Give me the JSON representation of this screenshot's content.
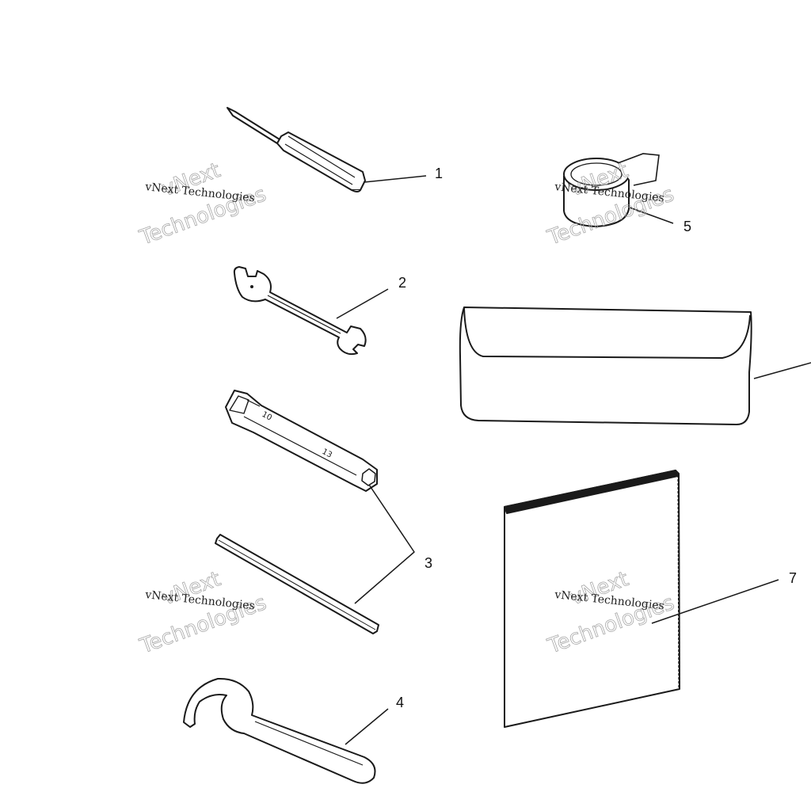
{
  "callouts": {
    "c1": "1",
    "c2": "2",
    "c3": "3",
    "c4": "4",
    "c5": "5",
    "c7": "7"
  },
  "watermark": {
    "line_outline_1": "vNext",
    "line_solid": "vNext Technologies",
    "line_outline_2": "Technologies"
  },
  "parts": [
    {
      "callout": "1",
      "icon": "screwdriver-icon"
    },
    {
      "callout": "2",
      "icon": "open-end-wrench-icon"
    },
    {
      "callout": "3",
      "icon": "tube-socket-wrench-and-rod-icon"
    },
    {
      "callout": "4",
      "icon": "spanner-hook-wrench-icon"
    },
    {
      "callout": "5",
      "icon": "tape-roll-icon"
    },
    {
      "callout": "",
      "icon": "tool-pouch-icon"
    },
    {
      "callout": "7",
      "icon": "owners-manual-icon"
    }
  ],
  "colors": {
    "line": "#1a1a1a",
    "background": "#ffffff",
    "watermark": "#9a9a9a"
  }
}
